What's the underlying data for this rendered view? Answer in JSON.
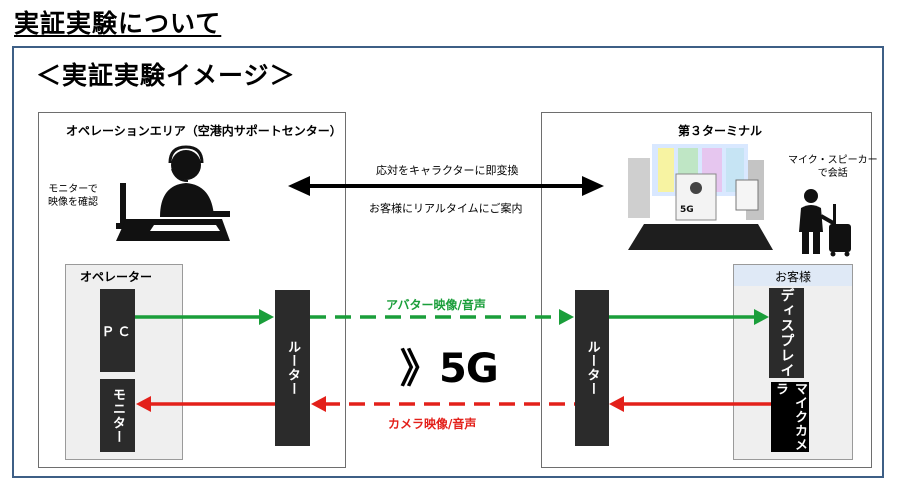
{
  "page_title": "実証実験について",
  "frame_title": "＜実証実験イメージ＞",
  "left_panel": {
    "title": "オペレーションエリア（空港内サポートセンター）",
    "monitor_note": [
      "モニターで",
      "映像を確認"
    ],
    "operator_box_title": "オペレーター",
    "pc_label": "ＰＣ",
    "monitor_label": "モニター",
    "router_label": "ルーター"
  },
  "right_panel": {
    "title": "第３ターミナル",
    "mic_note": [
      "マイク・スピーカー",
      "で会話"
    ],
    "customer_box_title": "お客様",
    "display_label": "ディスプレイ",
    "mic_camera_label": "マイクカメラ",
    "router_label": "ルーター",
    "booth_sign": "5G"
  },
  "middle": {
    "top_arrow_line1": "応対をキャラクターに即変換",
    "top_arrow_line2": "お客様にリアルタイムにご案内",
    "green_label": "アバター映像/音声",
    "red_label": "カメラ映像/音声",
    "logo": "》5G"
  },
  "colors": {
    "frame": "#3e5f86",
    "green": "#1a9e3a",
    "red": "#e3201a",
    "dark_box": "#2b2b2b",
    "customer_head": "#dfe9f6"
  }
}
